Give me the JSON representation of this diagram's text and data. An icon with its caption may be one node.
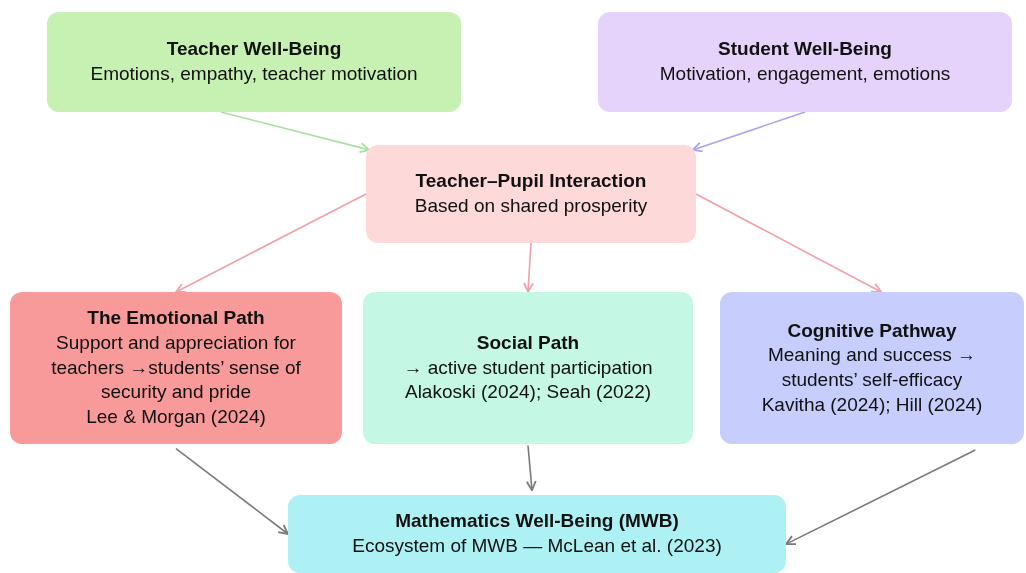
{
  "diagram": {
    "nodes": [
      {
        "text": [
          "Teacher Well-Being",
          "Emotions, empathy, teacher motivation"
        ]
      },
      {
        "text": [
          "Student Well-Being",
          "Motivation, engagement, emotions"
        ]
      },
      {
        "text": [
          "Teacher–Pupil Interaction",
          "Based on shared prosperity"
        ]
      },
      {
        "text": [
          "The Emotional Path",
          "Support and appreciation for teachers →students’ sense of security and pride",
          "Lee & Morgan (2024)"
        ]
      },
      {
        "text": [
          "Social Path",
          "→ active student participation",
          "Alakoski (2024); Seah (2022)"
        ]
      },
      {
        "text": [
          "Cognitive Pathway",
          "Meaning and success → students’ self-efficacy",
          "Kavitha (2024); Hill (2024)"
        ]
      },
      {
        "text": [
          "Mathematics Well-Being (MWB)",
          "Ecosystem of MWB — McLean et al. (2023)"
        ]
      }
    ],
    "edges": [
      {
        "from": 0,
        "to": 2,
        "arrow": "to",
        "color": "#a8e0a0"
      },
      {
        "from": 1,
        "to": 2,
        "arrow": "to",
        "color": "#a9a3ee"
      },
      {
        "from": 2,
        "to": 3,
        "arrow": "to",
        "color": "#f0a0a8"
      },
      {
        "from": 2,
        "to": 4,
        "arrow": "to",
        "color": "#f0a0a8"
      },
      {
        "from": 2,
        "to": 5,
        "arrow": "to",
        "color": "#f0a0a8"
      },
      {
        "from": 3,
        "to": 6,
        "arrow": "to",
        "color": "#7a7a7a"
      },
      {
        "from": 4,
        "to": 6,
        "arrow": "to",
        "color": "#7a7a7a"
      },
      {
        "from": 5,
        "to": 6,
        "arrow": "to",
        "color": "#7a7a7a"
      }
    ]
  }
}
